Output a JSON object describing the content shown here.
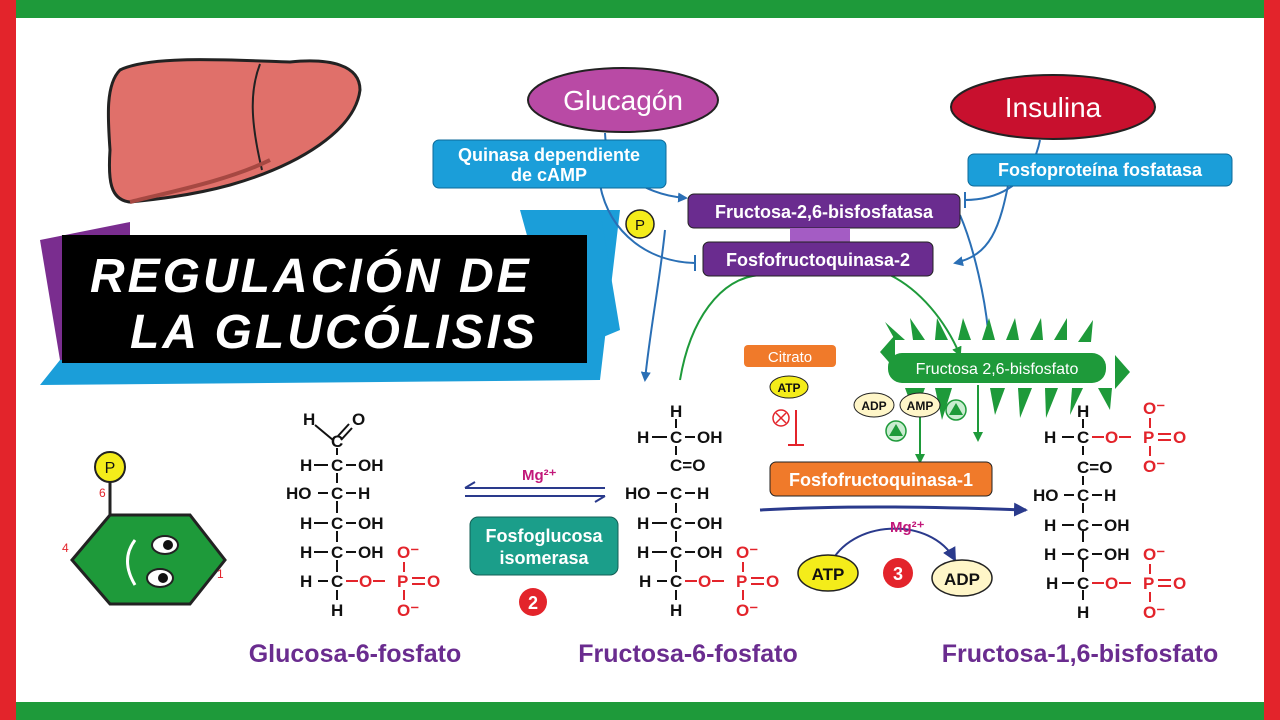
{
  "title": {
    "line1": "REGULACIÓN DE",
    "line2": "LA GLUCÓLISIS"
  },
  "hormones": {
    "glucagon": "Glucagón",
    "insulina": "Insulina"
  },
  "enzymes": {
    "pka": {
      "line1": "Quinasa dependiente",
      "line2": "de cAMP"
    },
    "fosfoproteina": "Fosfoproteína fosfatasa",
    "fbpase2": "Fructosa-2,6-bisfosfatasa",
    "pfk2": "Fosfofructoquinasa-2",
    "pfk1": "Fosfofructoquinasa-1",
    "isomerasa": {
      "line1": "Fosfoglucosa",
      "line2": "isomerasa"
    }
  },
  "effectors": {
    "citrato": "Citrato",
    "atp": "ATP",
    "adp": "ADP",
    "amp": "AMP",
    "p": "P",
    "f26bp": "Fructosa 2,6-bisfosfato",
    "mg": "Mg²⁺"
  },
  "reaction": {
    "atp": "ATP",
    "adp": "ADP",
    "step2": "2",
    "step3": "3"
  },
  "molecules": {
    "g6p": "Glucosa-6-fosfato",
    "f6p": "Fructosa-6-fosfato",
    "f16bp": "Fructosa-1,6-bisfosfato"
  },
  "hexagon": {
    "p": "P",
    "c6": "6",
    "c4": "4",
    "c1": "1"
  },
  "atoms": {
    "H": "H",
    "C": "C",
    "O": "O",
    "P": "P",
    "OH": "OH",
    "HO": "HO",
    "Om": "O⁻",
    "eqO": "=O",
    "CeqO": "C=O"
  },
  "colors": {
    "green": "#1e9a3a",
    "red": "#e3242b",
    "purple": "#6a2c8f",
    "blue": "#1b9ed9",
    "orange": "#f07a2a",
    "magenta": "#b94aa5",
    "insulin": "#c8102e",
    "navy": "#2a3a8c"
  }
}
